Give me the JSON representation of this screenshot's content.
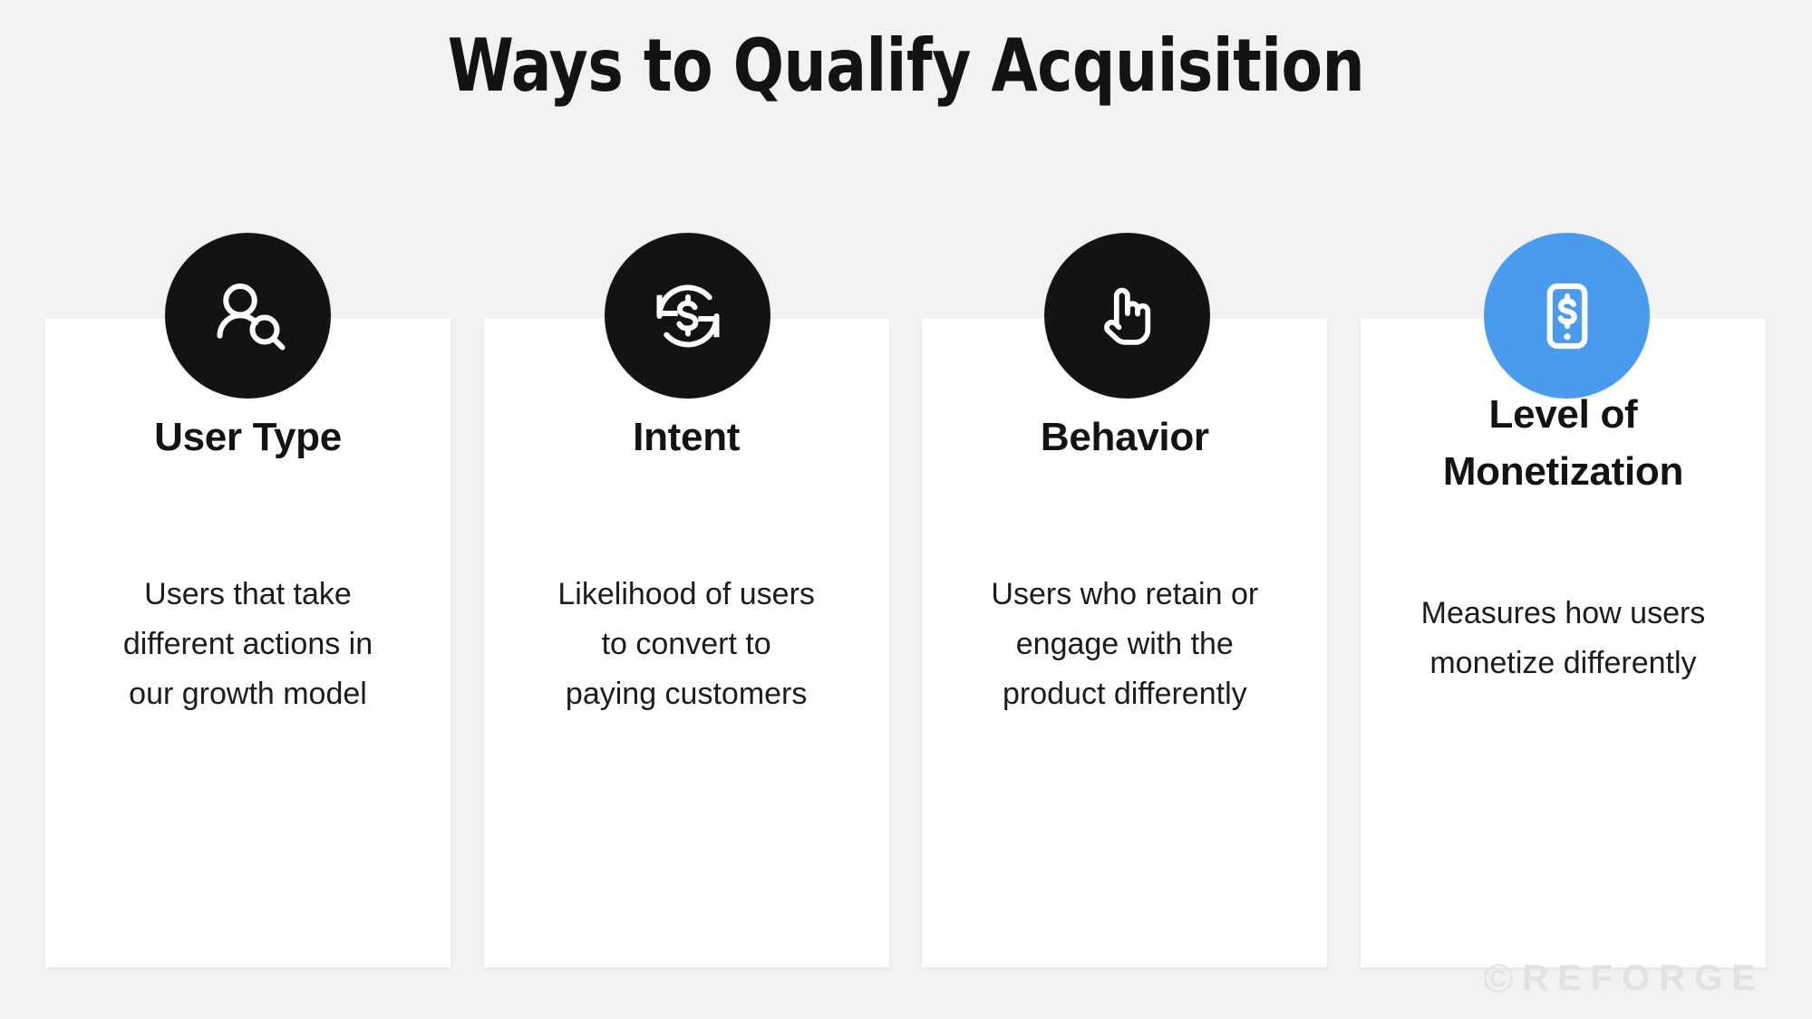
{
  "page": {
    "title": "Ways to Qualify Acquisition",
    "background_color": "#f2f2f2",
    "card_background_color": "#ffffff"
  },
  "cards": [
    {
      "icon": "user-search-icon",
      "icon_background_color": "#131313",
      "icon_foreground_color": "#ffffff",
      "title": "User Type",
      "body": "Users that take\ndifferent actions in\nour growth model"
    },
    {
      "icon": "currency-exchange-icon",
      "icon_background_color": "#131313",
      "icon_foreground_color": "#ffffff",
      "title": "Intent",
      "body": "Likelihood of users\nto convert to\npaying customers"
    },
    {
      "icon": "pointing-hand-icon",
      "icon_background_color": "#131313",
      "icon_foreground_color": "#ffffff",
      "title": "Behavior",
      "body": "Users who retain or\nengage with the\nproduct differently"
    },
    {
      "icon": "mobile-payment-icon",
      "icon_background_color": "#4a9bee",
      "icon_foreground_color": "#ffffff",
      "title": "Level of\nMonetization",
      "body": "Measures how users\nmonetize differently"
    }
  ],
  "watermark": {
    "copyright_symbol": "©",
    "brand": "REFORGE",
    "color": "#e2e2e2"
  }
}
